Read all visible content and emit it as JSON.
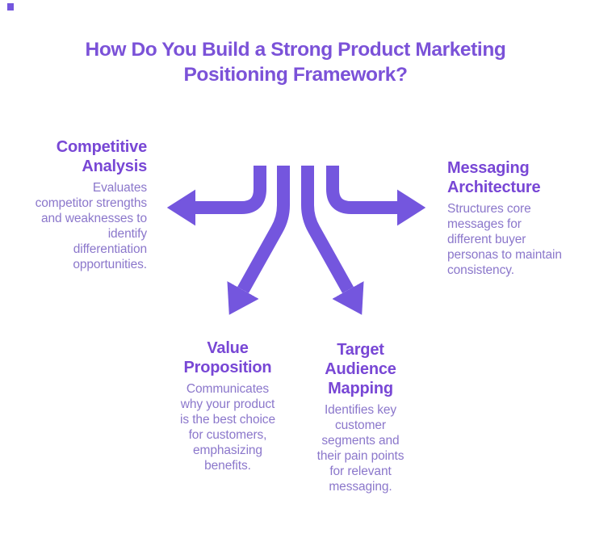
{
  "colors": {
    "title": "#7B52D8",
    "heading": "#7847D5",
    "body": "#8B77CB",
    "arrow": "#7456DE"
  },
  "title": {
    "text": "How Do You Build a Strong Product Marketing Positioning Framework?",
    "lines": [
      "How Do You Build a Strong Product Marketing",
      "Positioning Framework?"
    ]
  },
  "branches": [
    {
      "id": "competitive-analysis",
      "heading": "Competitive Analysis",
      "description": "Evaluates competitor strengths and weaknesses to identify differentiation opportunities.",
      "position": "left"
    },
    {
      "id": "messaging-architecture",
      "heading": "Messaging Architecture",
      "description": "Structures core messages for different buyer personas to maintain consistency.",
      "position": "right"
    },
    {
      "id": "value-proposition",
      "heading": "Value Proposition",
      "description": "Communicates why your product is the best choice for customers, emphasizing benefits.",
      "position": "bottom-left"
    },
    {
      "id": "target-audience-mapping",
      "heading": "Target Audience Mapping",
      "description": "Identifies key customer segments and their pain points for relevant messaging.",
      "position": "bottom-right"
    }
  ],
  "arrows": [
    {
      "name": "arrow-left",
      "points_to": "competitive-analysis"
    },
    {
      "name": "arrow-right",
      "points_to": "messaging-architecture"
    },
    {
      "name": "arrow-down-left",
      "points_to": "value-proposition"
    },
    {
      "name": "arrow-down-right",
      "points_to": "target-audience-mapping"
    }
  ]
}
